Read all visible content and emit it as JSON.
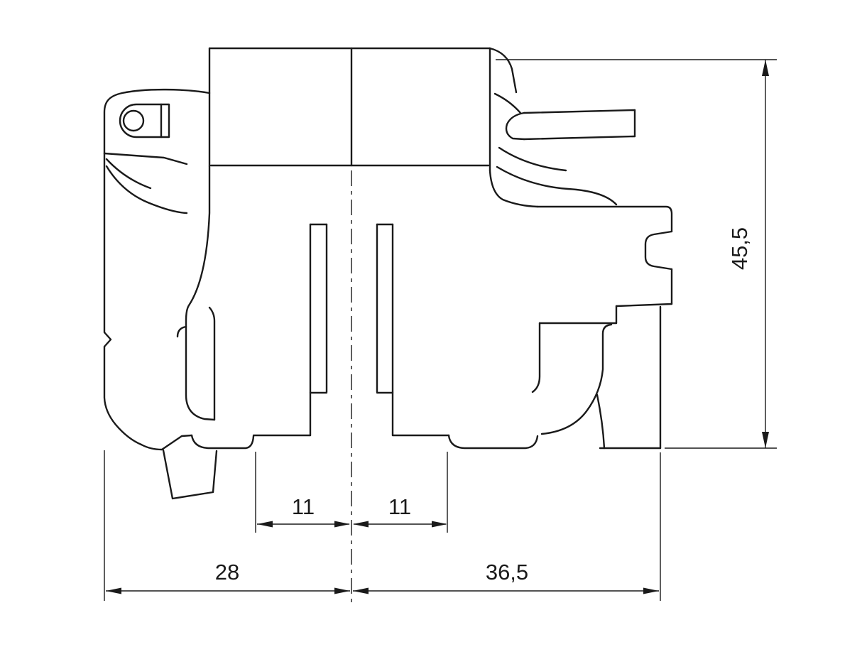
{
  "drawing": {
    "type": "technical-cross-section",
    "background_color": "#ffffff",
    "line_color": "#1a1a1a",
    "dimensions": {
      "overall_height": {
        "label": "45,5",
        "orientation": "vertical"
      },
      "center_slot_left": {
        "label": "11",
        "orientation": "horizontal"
      },
      "center_slot_right": {
        "label": "11",
        "orientation": "horizontal"
      },
      "left_width": {
        "label": "28",
        "orientation": "horizontal"
      },
      "right_width": {
        "label": "36,5",
        "orientation": "horizontal"
      }
    }
  }
}
